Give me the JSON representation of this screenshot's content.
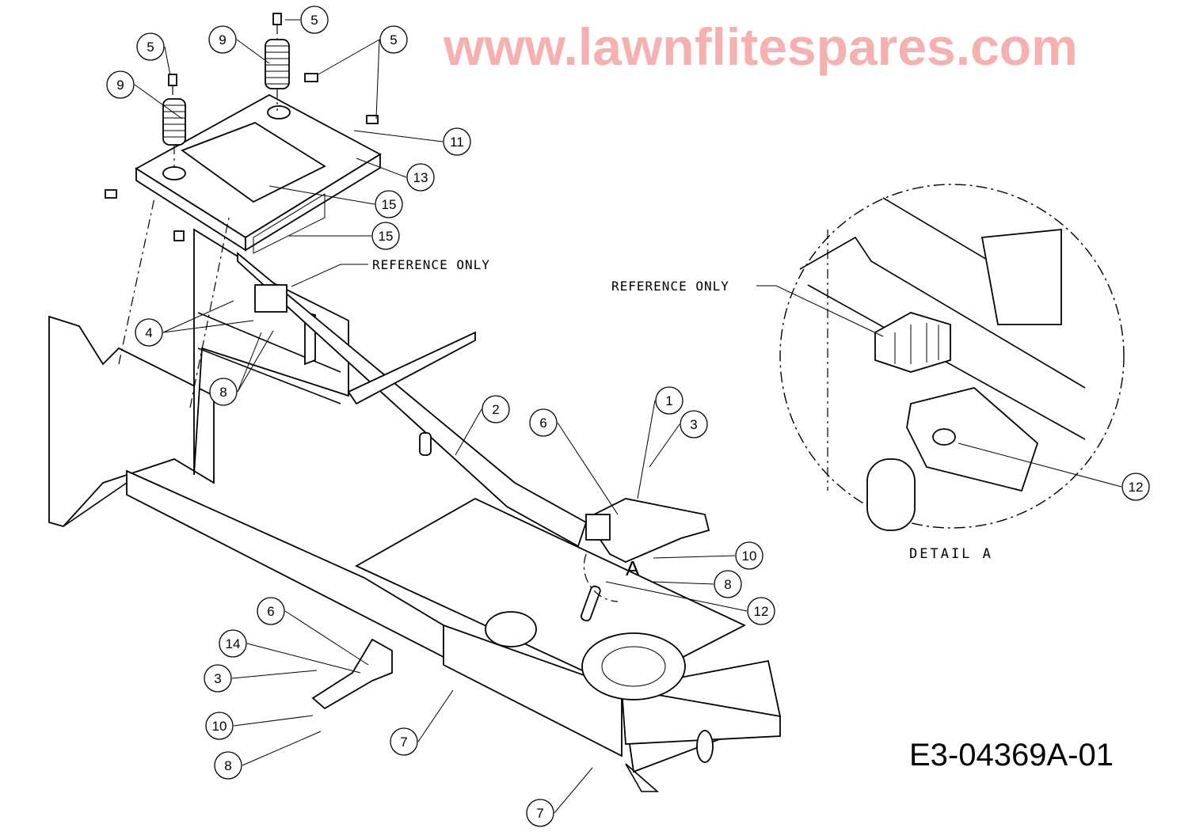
{
  "diagram": {
    "drawing_code": "E3-04369A-01",
    "watermark": "www.lawnflitespares.com",
    "reference_label_main": "REFERENCE ONLY",
    "reference_label_detail": "REFERENCE ONLY",
    "detail_title": "DETAIL A",
    "detail_marker": "A",
    "callouts": [
      "5",
      "9",
      "5",
      "5",
      "9",
      "11",
      "13",
      "15",
      "15",
      "4",
      "8",
      "2",
      "6",
      "1",
      "3",
      "10",
      "8",
      "12",
      "6",
      "14",
      "3",
      "10",
      "8",
      "7",
      "7",
      "12"
    ]
  }
}
